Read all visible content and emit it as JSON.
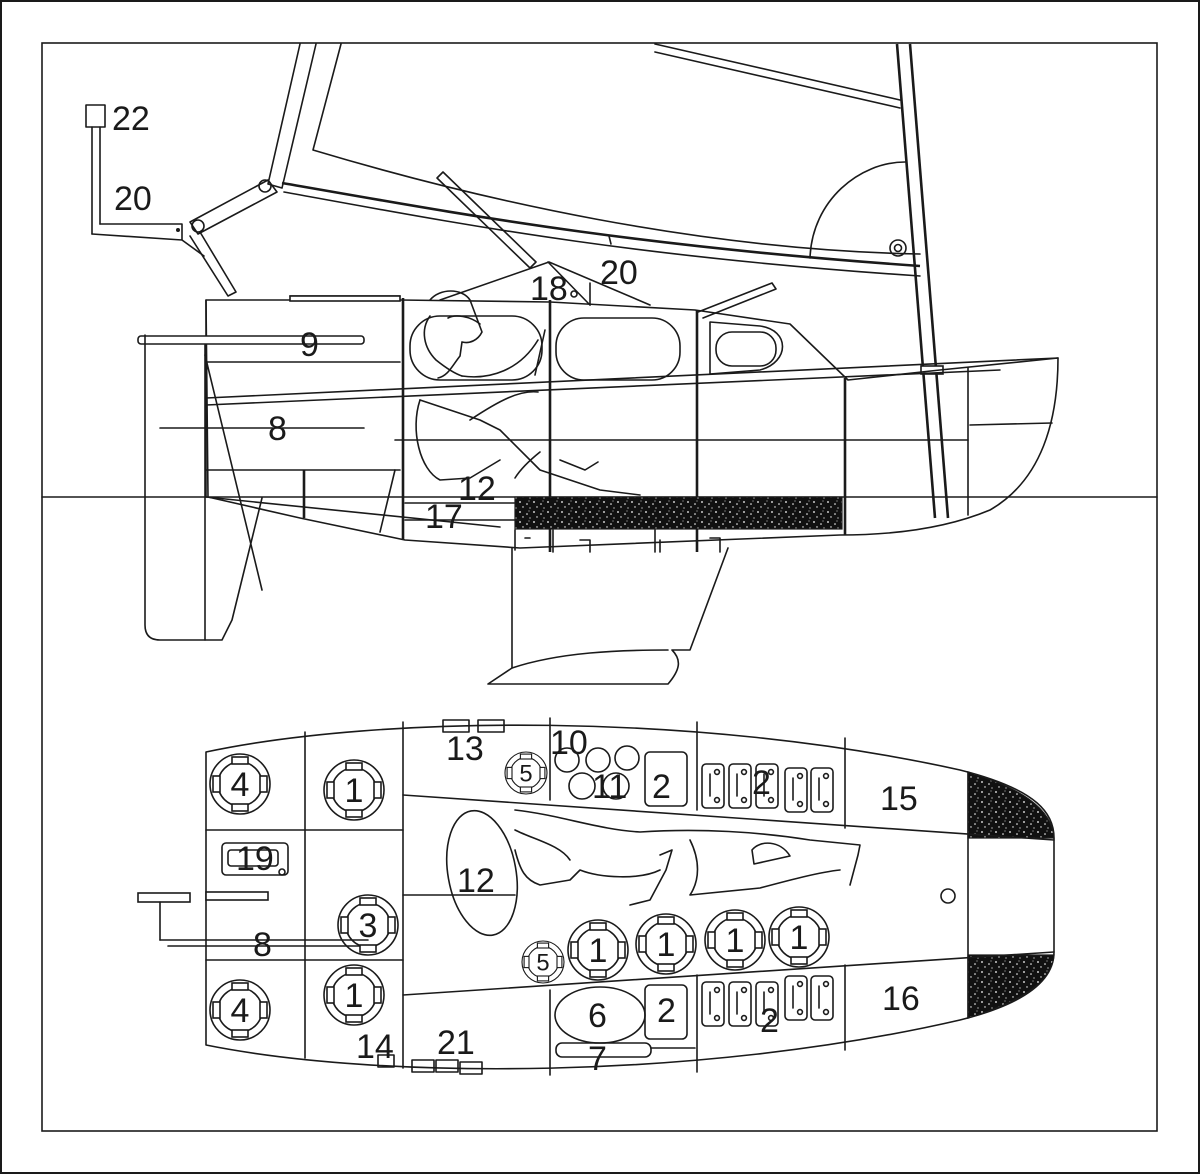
{
  "side_view": {
    "labels": [
      {
        "id": "22",
        "text": "22"
      },
      {
        "id": "20a",
        "text": "20"
      },
      {
        "id": "20b",
        "text": "20"
      },
      {
        "id": "18",
        "text": "18"
      },
      {
        "id": "9",
        "text": "9"
      },
      {
        "id": "8",
        "text": "8"
      },
      {
        "id": "12",
        "text": "12"
      },
      {
        "id": "17",
        "text": "17"
      }
    ]
  },
  "plan_view": {
    "labels": [
      {
        "id": "13",
        "text": "13"
      },
      {
        "id": "10",
        "text": "10"
      },
      {
        "id": "11",
        "text": "11"
      },
      {
        "id": "2a",
        "text": "2"
      },
      {
        "id": "2b",
        "text": "2"
      },
      {
        "id": "15",
        "text": "15"
      },
      {
        "id": "19",
        "text": "19"
      },
      {
        "id": "12",
        "text": "12"
      },
      {
        "id": "8",
        "text": "8"
      },
      {
        "id": "6",
        "text": "6"
      },
      {
        "id": "2c",
        "text": "2"
      },
      {
        "id": "2d",
        "text": "2"
      },
      {
        "id": "16",
        "text": "16"
      },
      {
        "id": "14",
        "text": "14"
      },
      {
        "id": "21",
        "text": "21"
      },
      {
        "id": "7",
        "text": "7"
      }
    ],
    "hatches": [
      {
        "id": "4a",
        "text": "4"
      },
      {
        "id": "1a",
        "text": "1"
      },
      {
        "id": "5a",
        "text": "5"
      },
      {
        "id": "3a",
        "text": "3"
      },
      {
        "id": "4b",
        "text": "4"
      },
      {
        "id": "1b",
        "text": "1"
      },
      {
        "id": "5b",
        "text": "5"
      },
      {
        "id": "1c",
        "text": "1"
      },
      {
        "id": "1d",
        "text": "1"
      },
      {
        "id": "1e",
        "text": "1"
      },
      {
        "id": "1f",
        "text": "1"
      }
    ]
  }
}
